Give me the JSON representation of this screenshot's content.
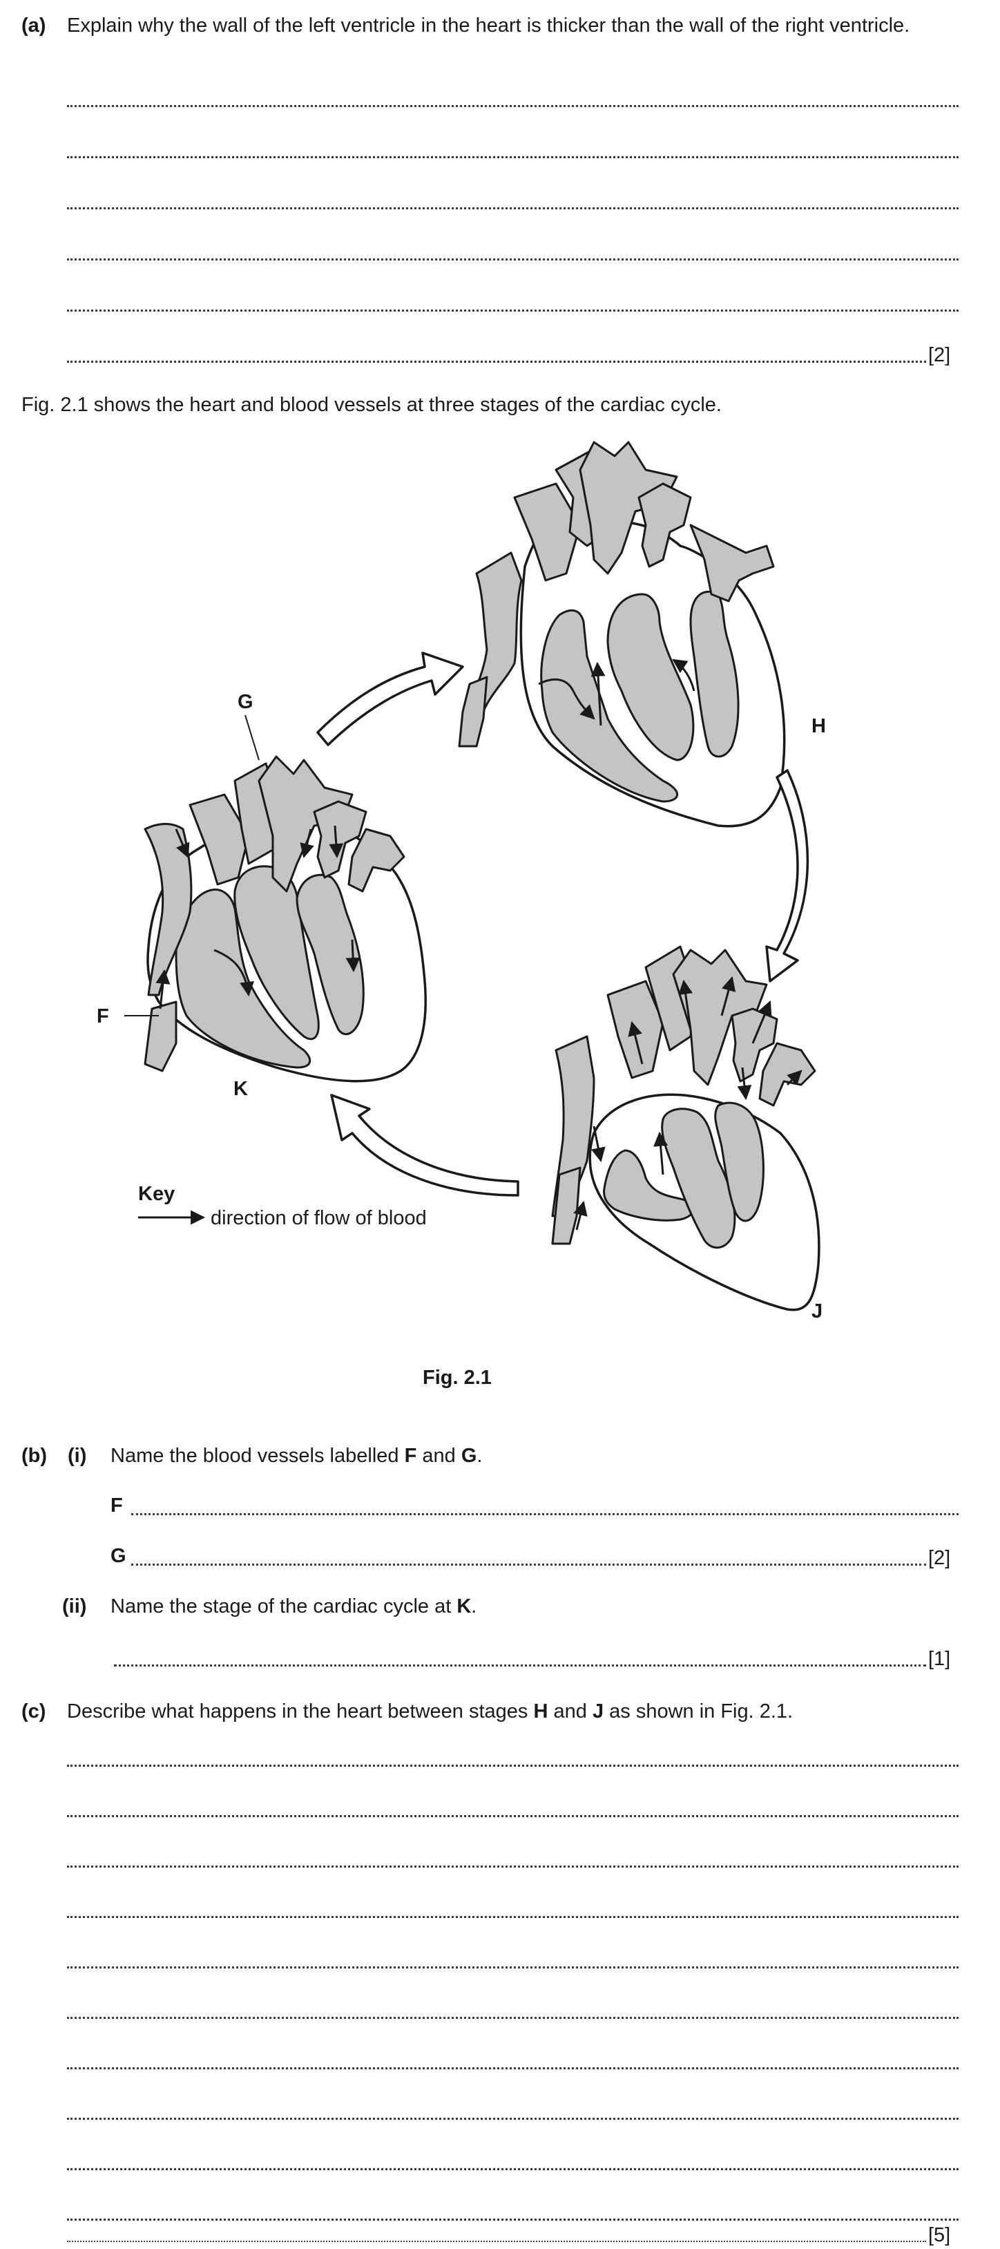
{
  "part_a": {
    "label": "(a)",
    "question": "Explain why the wall of the left ventricle in the heart is thicker than the wall of the right ventricle.",
    "marks": "[2]"
  },
  "intro": "Fig. 2.1 shows the heart and blood vessels at three stages of the cardiac cycle.",
  "figure": {
    "labels": {
      "G": "G",
      "H": "H",
      "F": "F",
      "K": "K",
      "J": "J"
    },
    "key_title": "Key",
    "key_text": "direction of flow of blood",
    "caption": "Fig. 2.1"
  },
  "part_b": {
    "label": "(b)",
    "i": {
      "label": "(i)",
      "question_start": "Name the blood vessels labelled ",
      "f": "F",
      "and": " and ",
      "g": "G",
      "end": ".",
      "answer_f": "F",
      "answer_g": "G",
      "marks": "[2]"
    },
    "ii": {
      "label": "(ii)",
      "question_start": "Name the stage of the cardiac cycle at ",
      "k": "K",
      "end": ".",
      "marks": "[1]"
    }
  },
  "part_c": {
    "label": "(c)",
    "question_start": "Describe what happens in the heart between stages ",
    "h": "H",
    "and": " and ",
    "j": "J",
    "question_end": " as shown in Fig. 2.1.",
    "marks": "[5]"
  }
}
